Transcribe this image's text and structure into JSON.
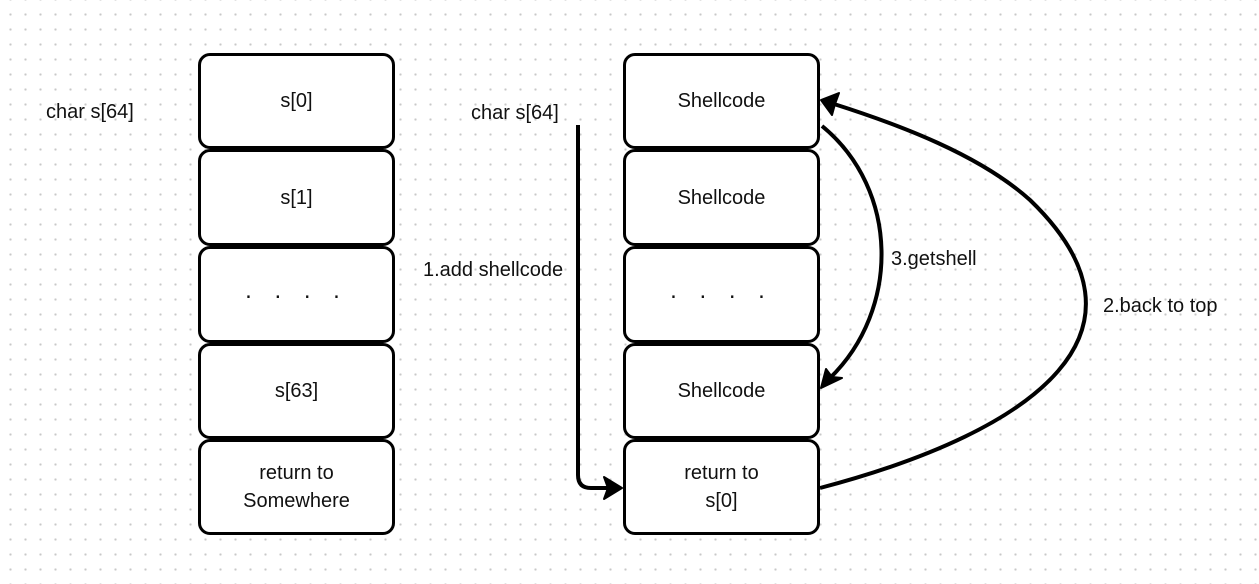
{
  "left_stack": {
    "label": "char s[64]",
    "cells": [
      "s[0]",
      "s[1]",
      ". . . .",
      "s[63]",
      "return to\nSomewhere"
    ]
  },
  "right_stack": {
    "label": "char s[64]",
    "cells": [
      "Shellcode",
      "Shellcode",
      ". . . .",
      "Shellcode",
      "return to\ns[0]"
    ]
  },
  "arrows": {
    "add": "1.add shellcode",
    "back": "2.back to top",
    "getshell": "3.getshell"
  }
}
